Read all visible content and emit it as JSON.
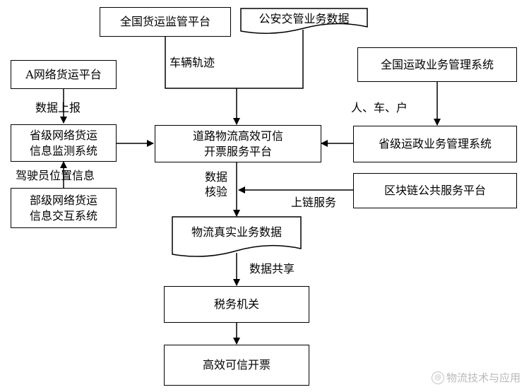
{
  "nodes": {
    "national_freight": "全国货运监管平台",
    "police_data": "公安交管业务数据",
    "transport_national": "全国运政业务管理系统",
    "a_platform": "A网络货运平台",
    "provincial_monitor": [
      "省级网络货运",
      "信息监测系统"
    ],
    "ministerial_exchange": [
      "部级网络货运",
      "信息交互系统"
    ],
    "core_platform": [
      "道路物流高效可信",
      "开票服务平台"
    ],
    "transport_provincial": "省级运政业务管理系统",
    "blockchain": "区块链公共服务平台",
    "real_data": "物流真实业务数据",
    "tax": "税务机关",
    "invoice": "高效可信开票"
  },
  "labels": {
    "vehicle_track": "车辆轨迹",
    "people_car_household": "人、车、户",
    "data_report": "数据上报",
    "driver_position": "驾驶员位置信息",
    "data_verify": [
      "数据",
      "核验"
    ],
    "chain_service": "上链服务",
    "data_share": "数据共享"
  },
  "watermark": {
    "icon": "sohu-at-icon",
    "text": "物流技术与应用"
  }
}
